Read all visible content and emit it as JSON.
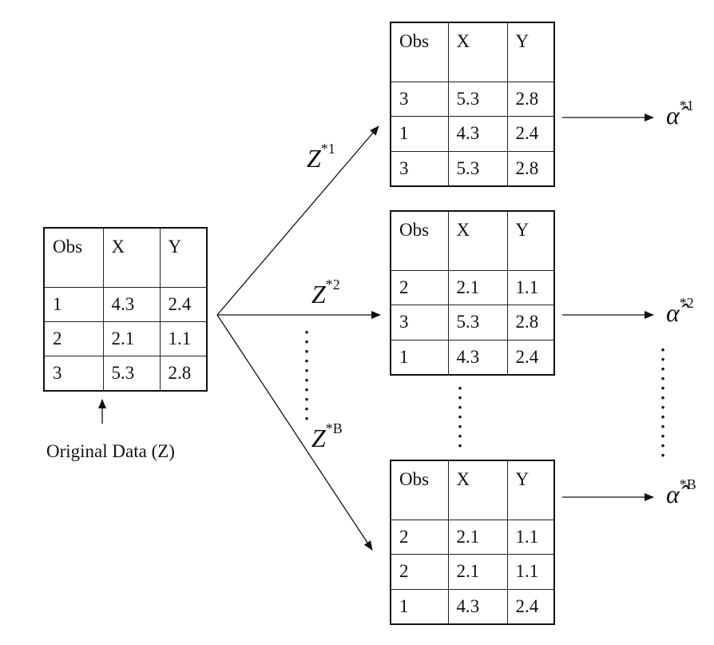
{
  "columns": [
    "Obs",
    "X",
    "Y"
  ],
  "original": {
    "caption": "Original Data (Z)",
    "rows": [
      [
        "1",
        "4.3",
        "2.4"
      ],
      [
        "2",
        "2.1",
        "1.1"
      ],
      [
        "3",
        "5.3",
        "2.8"
      ]
    ]
  },
  "samples": [
    {
      "z_base": "Z",
      "z_sup": "*1",
      "a_base": "α̂",
      "a_sup": "*1",
      "rows": [
        [
          "3",
          "5.3",
          "2.8"
        ],
        [
          "1",
          "4.3",
          "2.4"
        ],
        [
          "3",
          "5.3",
          "2.8"
        ]
      ]
    },
    {
      "z_base": "Z",
      "z_sup": "*2",
      "a_base": "α̂",
      "a_sup": "*2",
      "rows": [
        [
          "2",
          "2.1",
          "1.1"
        ],
        [
          "3",
          "5.3",
          "2.8"
        ],
        [
          "1",
          "4.3",
          "2.4"
        ]
      ]
    },
    {
      "z_base": "Z",
      "z_sup": "*B",
      "a_base": "α̂",
      "a_sup": "*B",
      "rows": [
        [
          "2",
          "2.1",
          "1.1"
        ],
        [
          "2",
          "2.1",
          "1.1"
        ],
        [
          "1",
          "4.3",
          "2.4"
        ]
      ]
    }
  ]
}
